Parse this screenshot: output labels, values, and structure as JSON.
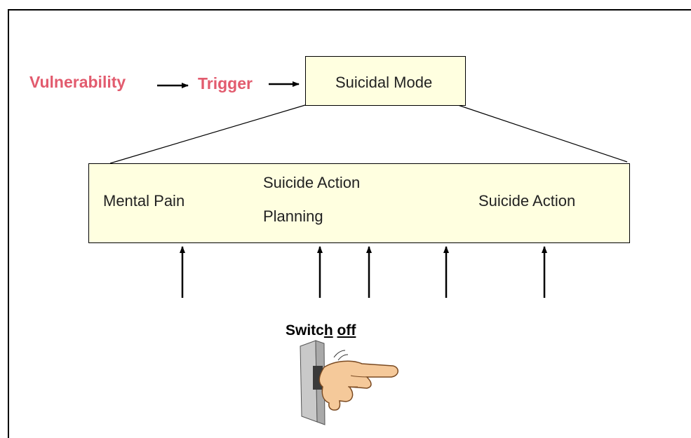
{
  "top_row": {
    "vulnerability": "Vulnerability",
    "trigger": "Trigger",
    "suicidal_mode": "Suicidal Mode"
  },
  "process": {
    "mental_pain": "Mental Pain",
    "planning_line1": "Suicide Action",
    "planning_line2": "Planning",
    "suicide_action": "Suicide Action"
  },
  "switch": {
    "part1": "Switc",
    "part2": "h",
    "space": " ",
    "part3": "off"
  },
  "colors": {
    "label_pink": "#e25b6e",
    "box_fill": "#ffffe0"
  },
  "icons": {
    "switch_illustration": "hand-pressing-light-switch-icon"
  }
}
